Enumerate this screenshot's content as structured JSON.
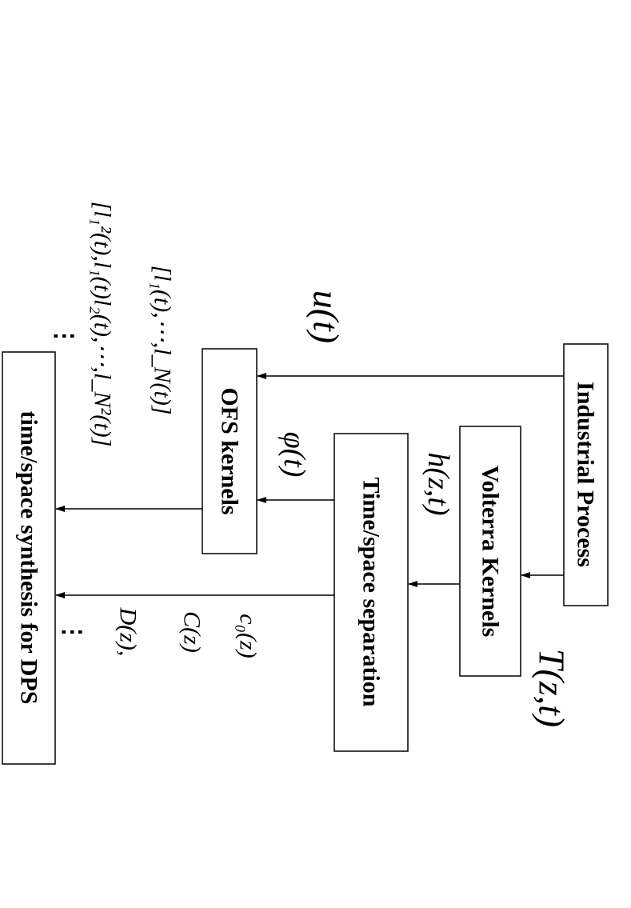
{
  "nodes": {
    "industrial_process": "Industrial Process",
    "volterra_kernels": "Volterra Kernels",
    "time_space_separation": "Time/space separation",
    "ofs_kernels": "OFS kernels",
    "synthesis": "time/space synthesis for DPS"
  },
  "labels": {
    "output": "T(z,t)",
    "input": "u(t)",
    "kernel": "h(z,t)",
    "phi": "φ(t)",
    "c0": "c₀(z)",
    "C": "C(z)",
    "D": "D(z),",
    "vec1": "[l₁(t),⋯,l_N(t)]",
    "vec2": "[l₁²(t),l₁(t)l₂(t),⋯,l_N²(t)]",
    "vdots": "⋮"
  }
}
